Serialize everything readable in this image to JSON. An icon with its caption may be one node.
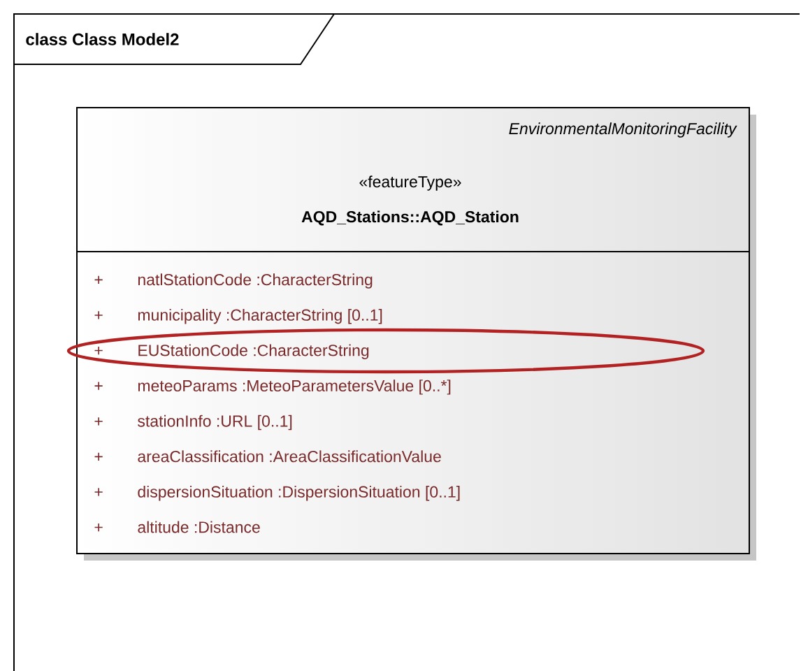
{
  "diagram": {
    "nodes": [
      {
        "text": [
          "class Class Model2"
        ]
      },
      {
        "text": [
          "EnvironmentalMonitoringFacility",
          "«featureType»",
          "AQD_Stations::AQD_Station",
          "+",
          "natlStationCode :CharacterString",
          "+",
          "municipality :CharacterString [0..1]",
          "+",
          "EUStationCode :CharacterString",
          "+",
          "meteoParams :MeteoParametersValue [0..*]",
          "+",
          "stationInfo :URL [0..1]",
          "+",
          "areaClassification :AreaClassificationValue",
          "+",
          "dispersionSituation :DispersionSituation [0..1]",
          "+",
          "altitude :Distance"
        ],
        "in": 0
      }
    ],
    "edges": []
  }
}
